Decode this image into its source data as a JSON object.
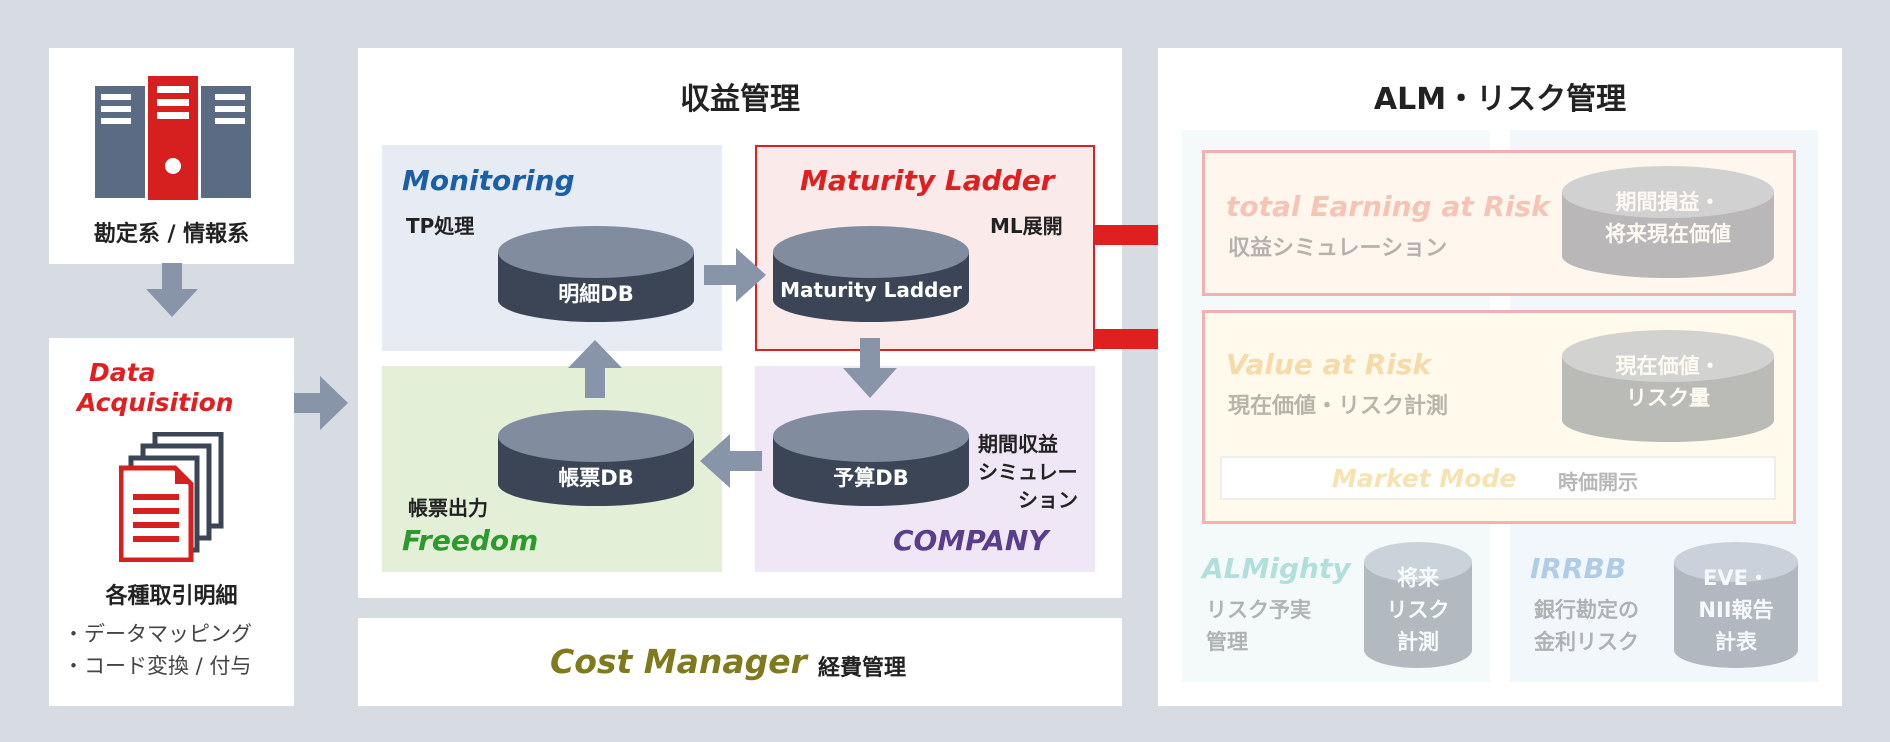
{
  "source": {
    "label": "勘定系 / 情報系",
    "data_acquisition_line1": "Data",
    "data_acquisition_line2": "Acquisition",
    "docs_label": "各種取引明細",
    "bullet1": "・データマッピング",
    "bullet2": "・コード変換 / 付与"
  },
  "earnings": {
    "title": "収益管理",
    "monitoring": {
      "title": "Monitoring",
      "sub": "TP処理",
      "db": "明細DB"
    },
    "maturity": {
      "title": "Maturity Ladder",
      "sub": "ML展開",
      "db": "Maturity Ladder"
    },
    "freedom": {
      "title": "Freedom",
      "sub": "帳票出力",
      "db": "帳票DB"
    },
    "company": {
      "title": "COMPANY",
      "sub_line1": "期間収益",
      "sub_line2": "シミュレー",
      "sub_line3": "ション",
      "db": "予算DB"
    }
  },
  "cost": {
    "title": "Cost Manager",
    "sub": "経費管理"
  },
  "alm": {
    "title": "ALM・リスク管理",
    "tear": {
      "title": "total Earning at Risk",
      "sub": "収益シミュレーション",
      "db_line1": "期間損益・",
      "db_line2": "将来現在価値"
    },
    "var": {
      "title": "Value at Risk",
      "sub": "現在価値・リスク計測",
      "db_line1": "現在価値・",
      "db_line2": "リスク量"
    },
    "market": {
      "title": "Market Mode",
      "sub": "時価開示"
    },
    "almighty": {
      "title": "ALMighty",
      "sub_line1": "リスク予実",
      "sub_line2": "管理",
      "db_line1": "将来",
      "db_line2": "リスク",
      "db_line3": "計測"
    },
    "irrbb": {
      "title": "IRRBB",
      "sub_line1": "銀行勘定の",
      "sub_line2": "金利リスク",
      "db_line1": "EVE・",
      "db_line2": "NII報告",
      "db_line3": "計表"
    }
  },
  "colors": {
    "red": "#e02020",
    "blue": "#1a5fa8",
    "green": "#2e9a2e",
    "purple": "#5a3e8c",
    "olive": "#807a1e",
    "db_top": "#818d9f",
    "db_body": "#3b4556",
    "arrow_gray": "#8895a8"
  }
}
